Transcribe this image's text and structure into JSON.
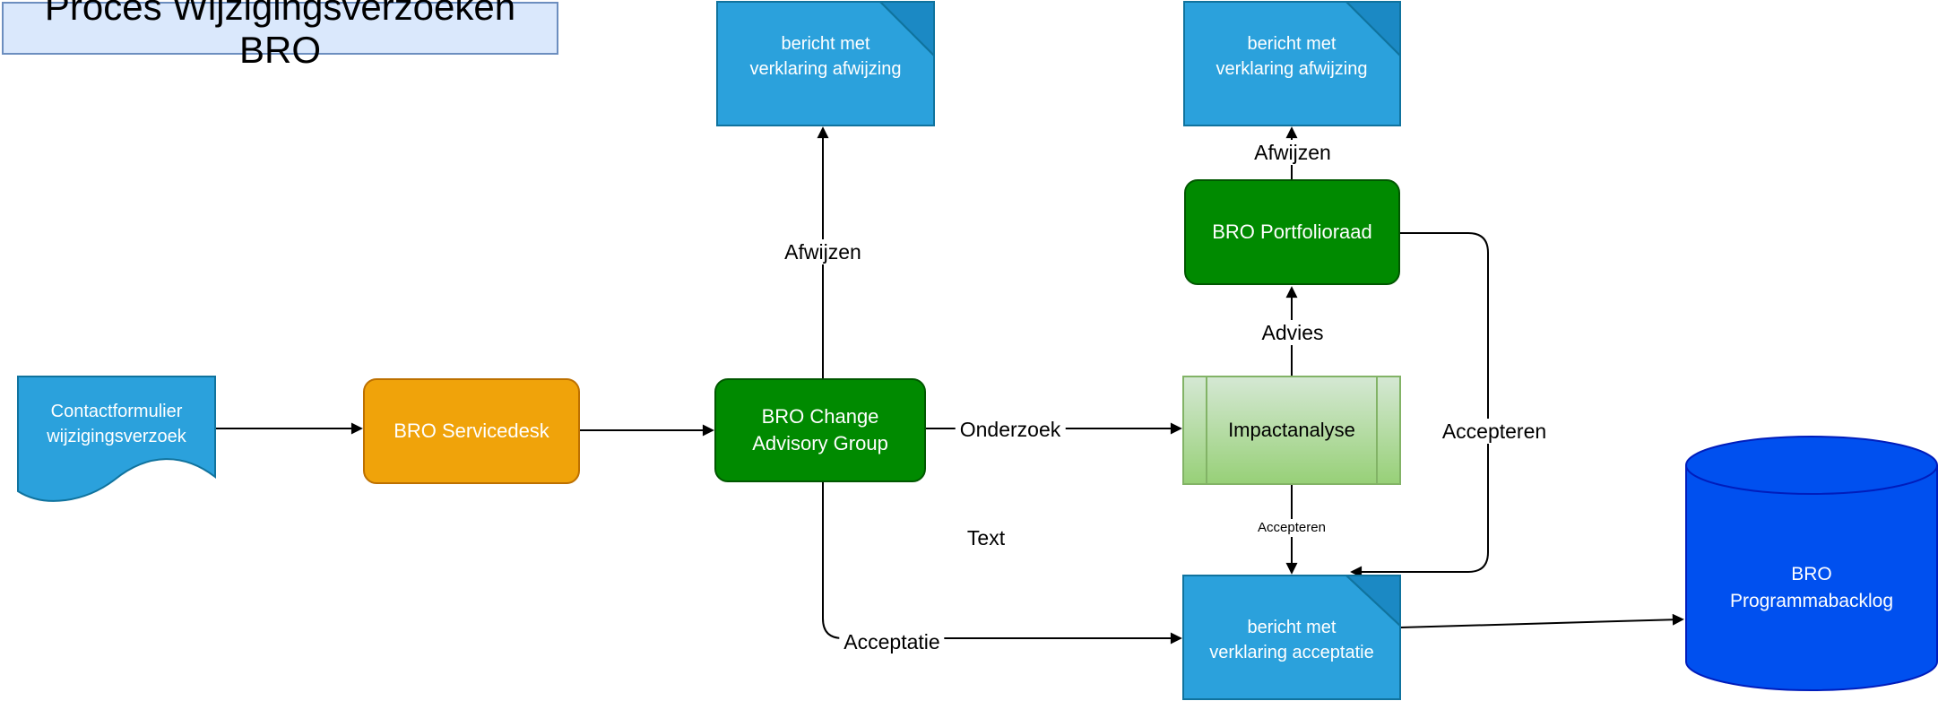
{
  "diagram_title": "Proces Wijzigingsverzoeken BRO",
  "nodes": {
    "contactformulier": "Contactformulier\nwijzigingsverzoek",
    "servicedesk": "BRO Servicedesk",
    "change_advisory_group": "BRO Change\nAdvisory Group",
    "impactanalyse": "Impactanalyse",
    "portfolioraad": "BRO Portfolioraad",
    "bericht_afwijzing_cag": "bericht met\nverklaring afwijzing",
    "bericht_afwijzing_pf": "bericht met\nverklaring afwijzing",
    "bericht_acceptatie": "bericht met\nverklaring acceptatie",
    "programmabacklog": "BRO\nProgrammabacklog"
  },
  "edge_labels": {
    "afwijzen_cag": "Afwijzen",
    "onderzoek": "Onderzoek",
    "advies": "Advies",
    "afwijzen_pf": "Afwijzen",
    "accepteren_pf": "Accepteren",
    "accepteren_impact": "Accepteren",
    "acceptatie": "Acceptatie",
    "free_text": "Text"
  },
  "colors": {
    "document_blue": "#2BA1DC",
    "document_blue_fold": "#1B89C4",
    "document_blue_stroke": "#10739E",
    "process_green": "#008A00",
    "process_green_stroke": "#005700",
    "service_orange": "#F0A30A",
    "service_orange_stroke": "#BD7000",
    "impact_gradient_top": "#D5E8D4",
    "impact_gradient_bottom": "#97D077",
    "impact_stroke": "#82B366",
    "database_blue": "#0050EF",
    "database_blue_stroke": "#001DBC",
    "title_fill": "#DAE8FC",
    "title_stroke": "#6C8EBF",
    "connector": "#000000"
  }
}
